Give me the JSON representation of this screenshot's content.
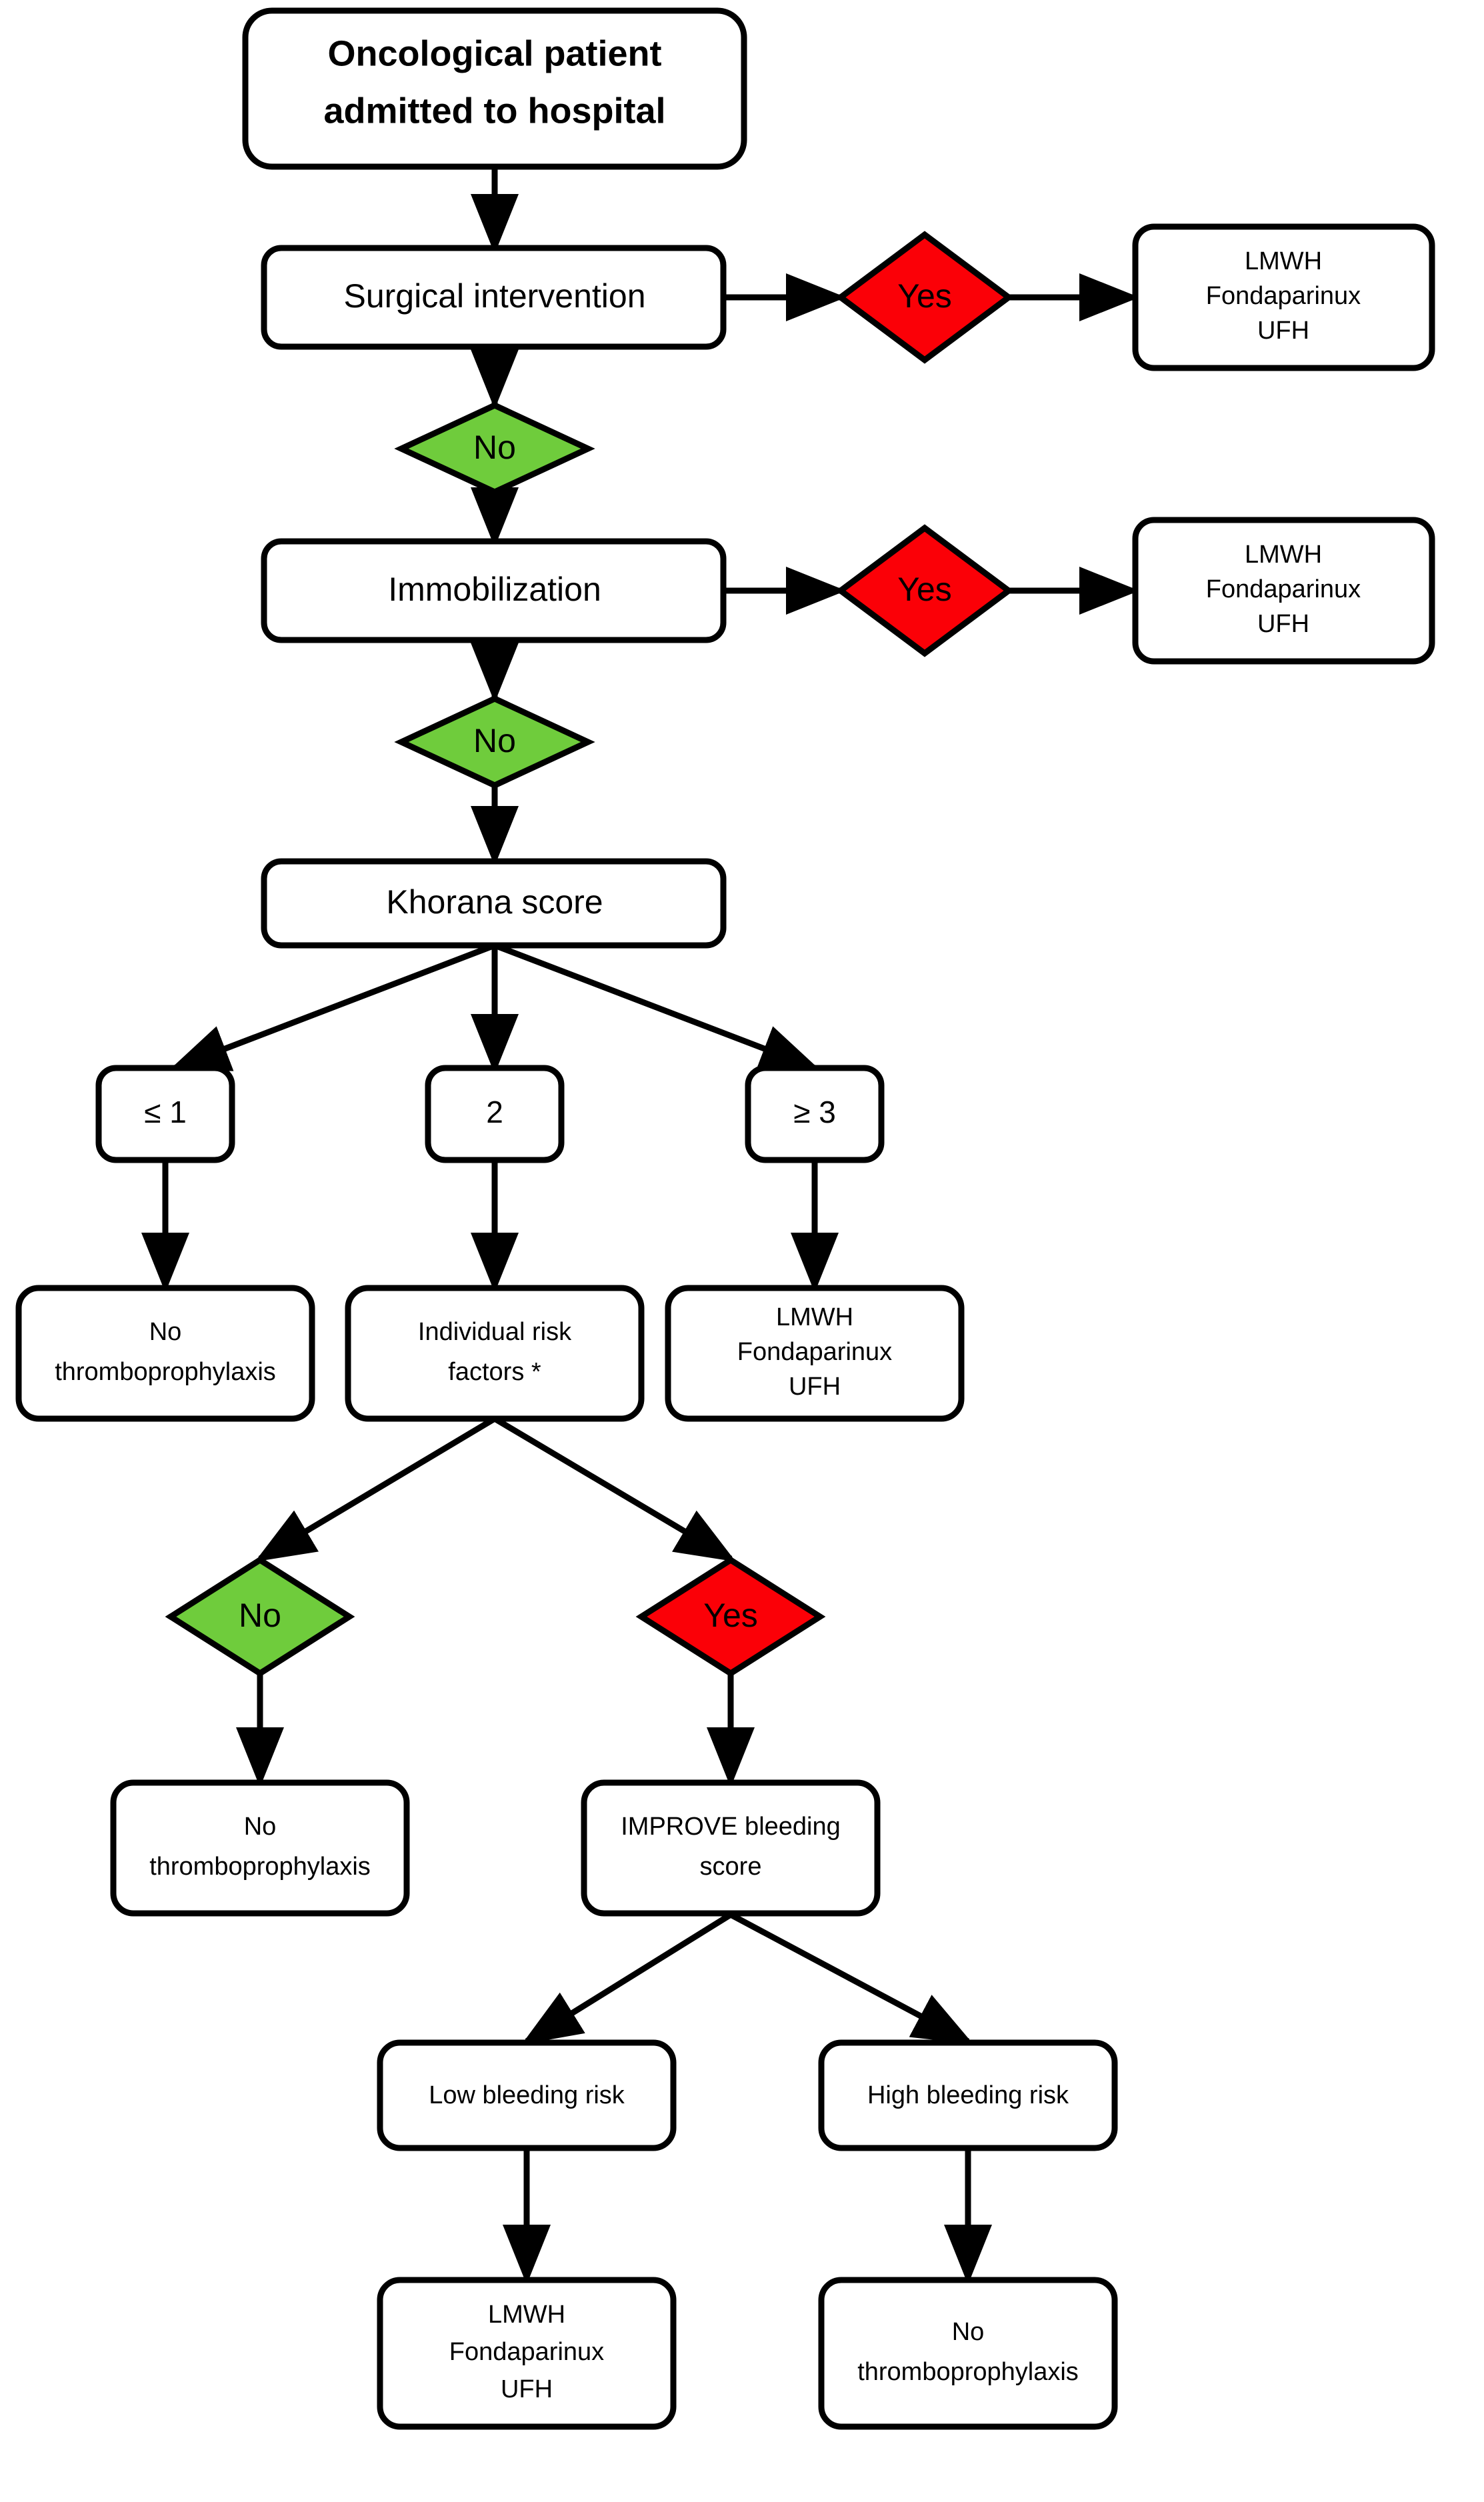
{
  "diagram": {
    "type": "clinical-decision-flowchart",
    "title": "Thromboprophylaxis decision algorithm for oncological inpatients",
    "colors": {
      "yes_diamond": "#FB0007",
      "no_diamond": "#6FCC3C",
      "box_fill": "#FFFFFF",
      "stroke": "#000000",
      "background": "#FFFFFF"
    },
    "nodes": {
      "start": {
        "line1": "Oncological patient",
        "line2": "admitted to hospital"
      },
      "surgical": {
        "label": "Surgical intervention"
      },
      "surgical_yes": {
        "label": "Yes"
      },
      "surgical_no": {
        "label": "No"
      },
      "surgical_treatment": {
        "line1": "LMWH",
        "line2": "Fondaparinux",
        "line3": "UFH"
      },
      "immobilization": {
        "label": "Immobilization"
      },
      "immobilization_yes": {
        "label": "Yes"
      },
      "immobilization_no": {
        "label": "No"
      },
      "immobilization_treatment": {
        "line1": "LMWH",
        "line2": "Fondaparinux",
        "line3": "UFH"
      },
      "khorana": {
        "label": "Khorana score"
      },
      "khorana_low": {
        "label": "≤ 1"
      },
      "khorana_mid": {
        "label": "2"
      },
      "khorana_high": {
        "label": "≥ 3"
      },
      "low_outcome": {
        "line1": "No",
        "line2": "thromboprophylaxis"
      },
      "risk_factors": {
        "line1": "Individual risk",
        "line2": "factors *"
      },
      "high_outcome": {
        "line1": "LMWH",
        "line2": "Fondaparinux",
        "line3": "UFH"
      },
      "risk_no": {
        "label": "No"
      },
      "risk_yes": {
        "label": "Yes"
      },
      "risk_no_outcome": {
        "line1": "No",
        "line2": "thromboprophylaxis"
      },
      "improve": {
        "line1": "IMPROVE bleeding",
        "line2": "score"
      },
      "low_bleeding": {
        "label": "Low bleeding risk"
      },
      "high_bleeding": {
        "label": "High bleeding risk"
      },
      "low_bleeding_outcome": {
        "line1": "LMWH",
        "line2": "Fondaparinux",
        "line3": "UFH"
      },
      "high_bleeding_outcome": {
        "line1": "No",
        "line2": "thromboprophylaxis"
      }
    }
  }
}
